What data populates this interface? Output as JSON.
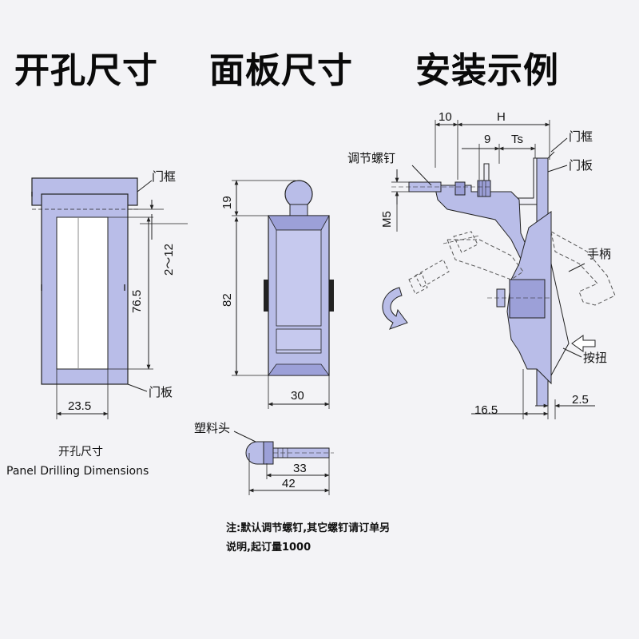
{
  "header": {
    "title_cutout": "开孔尺寸",
    "title_panel": "面板尺寸",
    "title_install": "安装示例"
  },
  "cutout": {
    "label_frame": "门框",
    "label_panel": "门板",
    "dim_adjust": "2～12",
    "dim_height": "76.5",
    "dim_width": "23.5",
    "caption_cn": "开孔尺寸",
    "caption_en": "Panel Drilling Dimensions"
  },
  "panel": {
    "dim_top": "19",
    "dim_height": "82",
    "dim_width": "30",
    "plastic_label": "塑料头",
    "dim_33": "33",
    "dim_42": "42"
  },
  "install": {
    "dim_10": "10",
    "dim_H": "H",
    "dim_9": "9",
    "dim_Ts": "Ts",
    "label_screw": "调节螺钉",
    "label_frame": "门框",
    "label_panel": "门板",
    "label_M5": "M5",
    "label_handle": "手柄",
    "label_button": "按扭",
    "dim_16_5": "16.5",
    "dim_2_5": "2.5"
  },
  "note": {
    "line1": "注:默认调节螺钉,其它螺钉请订单另",
    "line2": "说明,起订量1000"
  },
  "colors": {
    "part_fill": "#b9bde8",
    "part_dark": "#8e93cf",
    "line": "#222222",
    "background": "#f3f3f6"
  }
}
